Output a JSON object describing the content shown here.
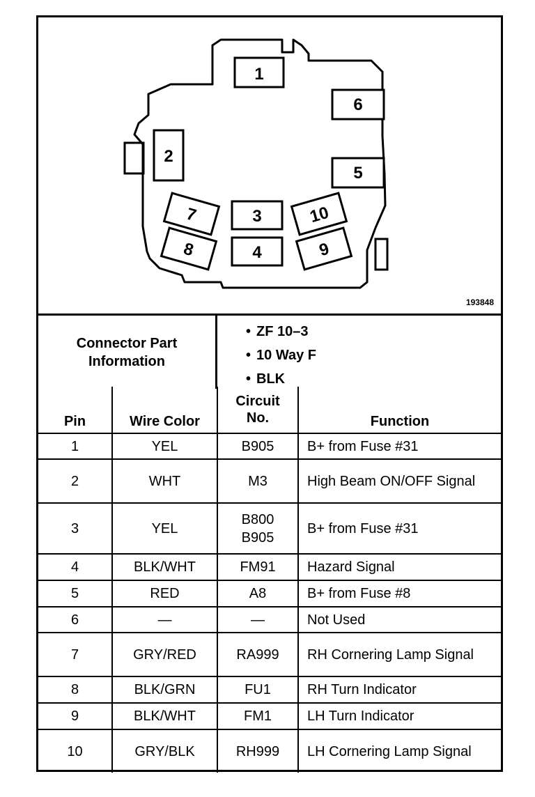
{
  "diagram": {
    "id_text": "193848",
    "pin_labels": [
      "1",
      "2",
      "3",
      "4",
      "5",
      "6",
      "7",
      "8",
      "9",
      "10"
    ]
  },
  "connector_info": {
    "label_line1": "Connector Part",
    "label_line2": "Information",
    "values": [
      "ZF 10–3",
      "10 Way F",
      "BLK"
    ]
  },
  "table": {
    "headers": {
      "pin": "Pin",
      "wire_color": "Wire Color",
      "circuit_line1": "Circuit",
      "circuit_line2": "No.",
      "function": "Function"
    },
    "rows": [
      {
        "pin": "1",
        "wire_color": "YEL",
        "circuit": [
          "B905"
        ],
        "function": "B+ from Fuse #31"
      },
      {
        "pin": "2",
        "wire_color": "WHT",
        "circuit": [
          "M3"
        ],
        "function": "High Beam ON/OFF Signal"
      },
      {
        "pin": "3",
        "wire_color": "YEL",
        "circuit": [
          "B800",
          "B905"
        ],
        "function": "B+ from Fuse #31"
      },
      {
        "pin": "4",
        "wire_color": "BLK/WHT",
        "circuit": [
          "FM91"
        ],
        "function": "Hazard Signal"
      },
      {
        "pin": "5",
        "wire_color": "RED",
        "circuit": [
          "A8"
        ],
        "function": "B+ from Fuse #8"
      },
      {
        "pin": "6",
        "wire_color": "—",
        "circuit": [
          "—"
        ],
        "function": "Not Used"
      },
      {
        "pin": "7",
        "wire_color": "GRY/RED",
        "circuit": [
          "RA999"
        ],
        "function": "RH Cornering Lamp Signal"
      },
      {
        "pin": "8",
        "wire_color": "BLK/GRN",
        "circuit": [
          "FU1"
        ],
        "function": "RH Turn Indicator"
      },
      {
        "pin": "9",
        "wire_color": "BLK/WHT",
        "circuit": [
          "FM1"
        ],
        "function": "LH Turn Indicator"
      },
      {
        "pin": "10",
        "wire_color": "GRY/BLK",
        "circuit": [
          "RH999"
        ],
        "function": "LH Cornering Lamp Signal"
      }
    ]
  }
}
